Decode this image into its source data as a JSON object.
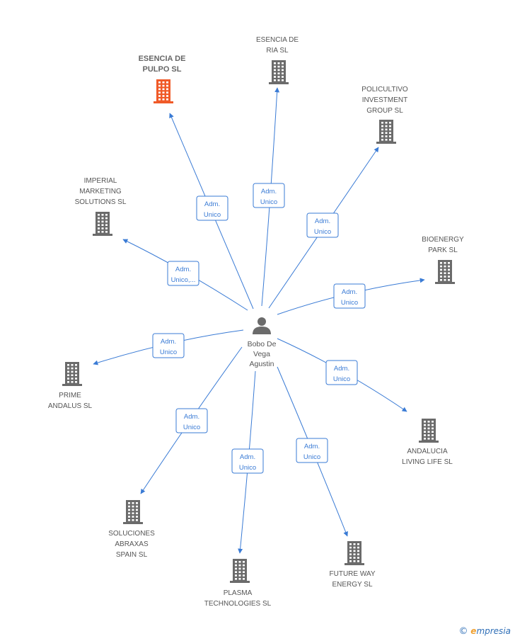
{
  "colors": {
    "edge": "#3a7bd5",
    "company": "#6b6b6b",
    "highlight": "#f05a28"
  },
  "center": {
    "name_lines": [
      "Bobo De",
      "Vega",
      "Agustin"
    ],
    "icon": "person-icon"
  },
  "companies": [
    {
      "id": "esencia-de-pulpo",
      "lines": [
        "ESENCIA DE",
        "PULPO SL"
      ],
      "highlight": true,
      "relation": [
        "Adm.",
        "Unico"
      ]
    },
    {
      "id": "esencia-de-ria",
      "lines": [
        "ESENCIA DE",
        "RIA SL"
      ],
      "highlight": false,
      "relation": [
        "Adm.",
        "Unico"
      ]
    },
    {
      "id": "policultivo",
      "lines": [
        "POLICULTIVO",
        "INVESTMENT",
        "GROUP SL"
      ],
      "highlight": false,
      "relation": [
        "Adm.",
        "Unico"
      ]
    },
    {
      "id": "imperial-marketing",
      "lines": [
        "IMPERIAL",
        "MARKETING",
        "SOLUTIONS SL"
      ],
      "highlight": false,
      "relation": [
        "Adm.",
        "Unico,..."
      ]
    },
    {
      "id": "bioenergy-park",
      "lines": [
        "BIOENERGY",
        "PARK SL"
      ],
      "highlight": false,
      "relation": [
        "Adm.",
        "Unico"
      ]
    },
    {
      "id": "prime-andalus",
      "lines": [
        "PRIME",
        "ANDALUS SL"
      ],
      "highlight": false,
      "relation": [
        "Adm.",
        "Unico"
      ]
    },
    {
      "id": "andalucia-living",
      "lines": [
        "ANDALUCIA",
        "LIVING LIFE SL"
      ],
      "highlight": false,
      "relation": [
        "Adm.",
        "Unico"
      ]
    },
    {
      "id": "soluciones-abraxas",
      "lines": [
        "SOLUCIONES",
        "ABRAXAS",
        "SPAIN SL"
      ],
      "highlight": false,
      "relation": [
        "Adm.",
        "Unico"
      ]
    },
    {
      "id": "plasma-technologies",
      "lines": [
        "PLASMA",
        "TECHNOLOGIES SL"
      ],
      "highlight": false,
      "relation": [
        "Adm.",
        "Unico"
      ]
    },
    {
      "id": "future-way",
      "lines": [
        "FUTURE WAY",
        "ENERGY SL"
      ],
      "highlight": false,
      "relation": [
        "Adm.",
        "Unico"
      ]
    }
  ],
  "brand": {
    "copyright": "©",
    "first_letter": "e",
    "rest": "mpresia"
  }
}
